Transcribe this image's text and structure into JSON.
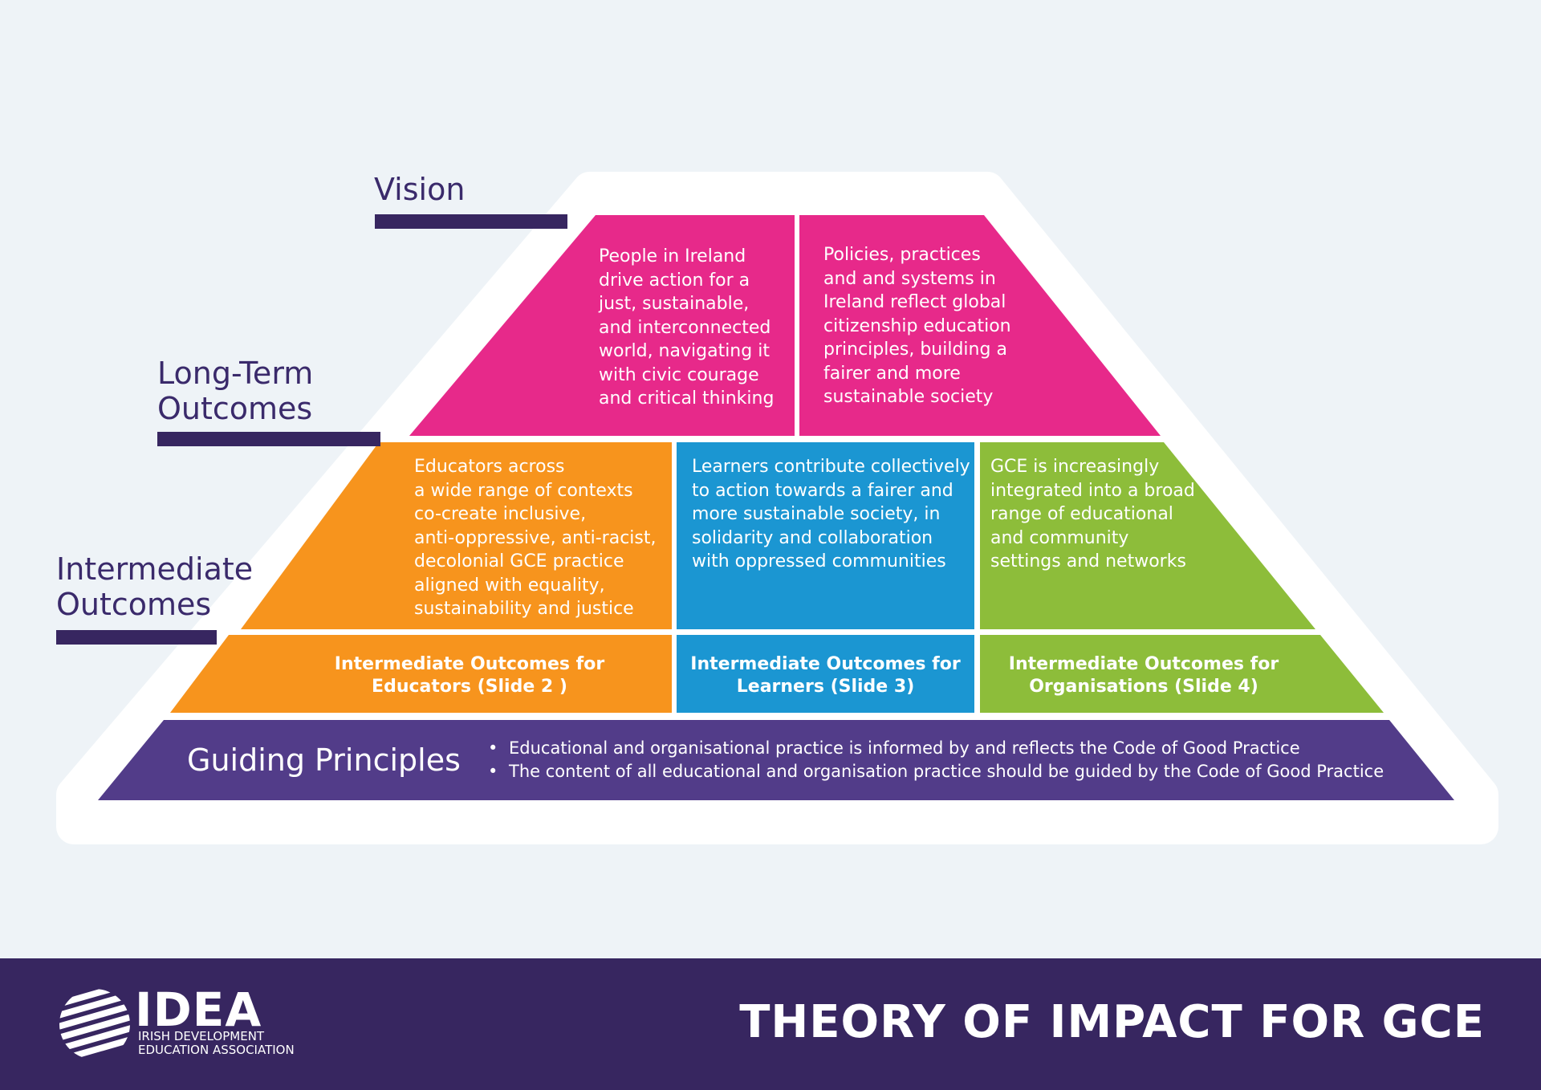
{
  "colors": {
    "background": "#eef3f7",
    "vision": "#e7298a",
    "educators": "#f7941d",
    "learners": "#1b96d2",
    "organisations": "#8dbd3a",
    "guiding": "#523c89",
    "dark_purple": "#372660"
  },
  "levels": {
    "vision": "Vision",
    "long_term": "Long-Term\nOutcomes",
    "intermediate": "Intermediate\nOutcomes"
  },
  "vision": {
    "left_text": "People in Ireland\ndrive action for a\njust, sustainable,\nand interconnected\nworld, navigating it\nwith civic courage\nand critical thinking",
    "right_text": "Policies, practices\nand and systems in\nIreland reflect global\ncitizenship education\nprinciples, building a\nfairer and more\nsustainable society"
  },
  "outcomes": {
    "educators": "Educators across\na wide range of contexts\nco-create inclusive,\nanti-oppressive, anti-racist,\ndecolonial GCE practice\naligned with equality,\nsustainability and justice",
    "learners": "Learners contribute collectively\nto action towards a fairer and\nmore sustainable society, in\nsolidarity and collaboration\nwith oppressed communities",
    "organisations": "GCE is increasingly\nintegrated into a broad\nrange of educational\nand community\nsettings and networks"
  },
  "sub_outcomes": {
    "educators": "Intermediate Outcomes for\nEducators (Slide 2 )",
    "learners": "Intermediate Outcomes for\nLearners (Slide 3)",
    "organisations": "Intermediate Outcomes for\nOrganisations (Slide 4)"
  },
  "guiding": {
    "title": "Guiding Principles",
    "points": [
      "Educational and organisational practice is informed by and reflects the Code of Good Practice",
      "The content of all educational and organisation practice should be guided by the Code of Good Practice"
    ]
  },
  "footer": {
    "logo_word": "IDEA",
    "logo_subtitle": "IRISH DEVELOPMENT\nEDUCATION ASSOCIATION",
    "title": "THEORY OF IMPACT FOR GCE",
    "logo_icon": "idea-stripes-logo"
  }
}
